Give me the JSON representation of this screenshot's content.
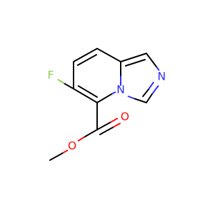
{
  "molecule": {
    "atoms": {
      "fluorine": "F",
      "ring_nitrogen": "N",
      "imine_nitrogen": "N",
      "carbonyl_oxygen": "O",
      "ester_oxygen": "O"
    },
    "colors": {
      "bond": "#000000",
      "carbon": "#000000",
      "nitrogen": "#2d2dff",
      "oxygen": "#ff0d0d",
      "fluorine": "#8fcf4f"
    }
  }
}
